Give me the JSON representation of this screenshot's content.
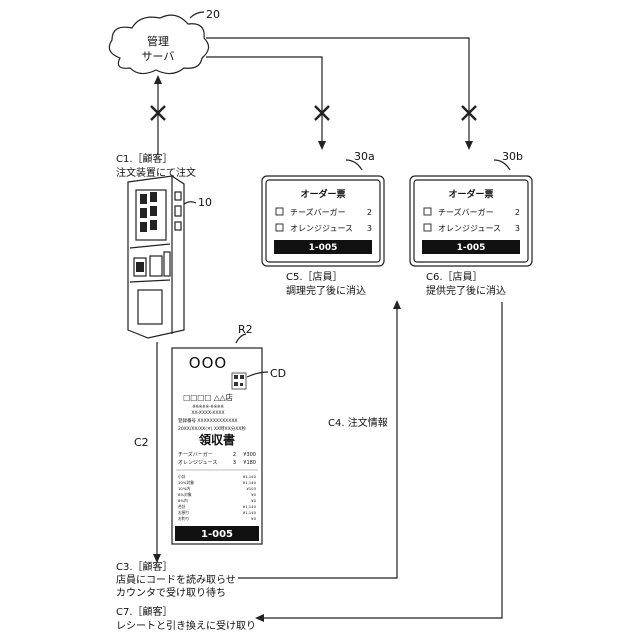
{
  "labels": {
    "cloud_ref": "20",
    "cloud_line1": "管理",
    "cloud_line2": "サーバ",
    "kiosk_ref": "10",
    "screen_a_ref": "30a",
    "screen_b_ref": "30b",
    "receipt_ref": "R2",
    "code_ref": "CD",
    "c2": "C2",
    "c4": "C4. 注文情報"
  },
  "steps": {
    "c1_line1": "C1.［顧客］",
    "c1_line2": "注文装置にて注文",
    "c5_line1": "C5.［店員］",
    "c5_line2": "調理完了後に消込",
    "c6_line1": "C6.［店員］",
    "c6_line2": "提供完了後に消込",
    "c3_line1": "C3.［顧客］",
    "c3_line2": "店員にコードを読み取らせ",
    "c3_line3": "カウンタで受け取り待ち",
    "c7_line1": "C7.［顧客］",
    "c7_line2": "レシートと引き換えに受け取り"
  },
  "order_ticket": {
    "title": "オーダー票",
    "items": [
      {
        "name": "チーズバーガー",
        "qty": "2"
      },
      {
        "name": "オレンジジュース",
        "qty": "3"
      }
    ],
    "number": "1-005"
  },
  "receipt": {
    "logo": "OOO",
    "store": "□□□□  △△店",
    "store_sub": "※※※※※-※※※※",
    "tel": "XX-XXXX-XXXX",
    "reg_no": "登録番号  XXXXXXXXXXXXX",
    "datetime": "20XX/XX/XX(✕)  XX時XX分XX秒",
    "title": "領収書",
    "items": [
      {
        "name": "チーズバーガー",
        "qty": "2",
        "price": "¥300"
      },
      {
        "name": "オレンジジュース",
        "qty": "3",
        "price": "¥180"
      }
    ],
    "detail_lines": [
      {
        "l": "小計",
        "r": "¥1,140"
      },
      {
        "l": "10%対象",
        "r": "¥1,140"
      },
      {
        "l": "10%内",
        "r": "¥103"
      },
      {
        "l": "8%対象",
        "r": "¥0"
      },
      {
        "l": "8%内",
        "r": "¥0"
      },
      {
        "l": "合計",
        "r": "¥1,140"
      },
      {
        "l": "お預り",
        "r": "¥1,140"
      },
      {
        "l": "お釣り",
        "r": "¥0"
      }
    ],
    "number": "1-005"
  }
}
